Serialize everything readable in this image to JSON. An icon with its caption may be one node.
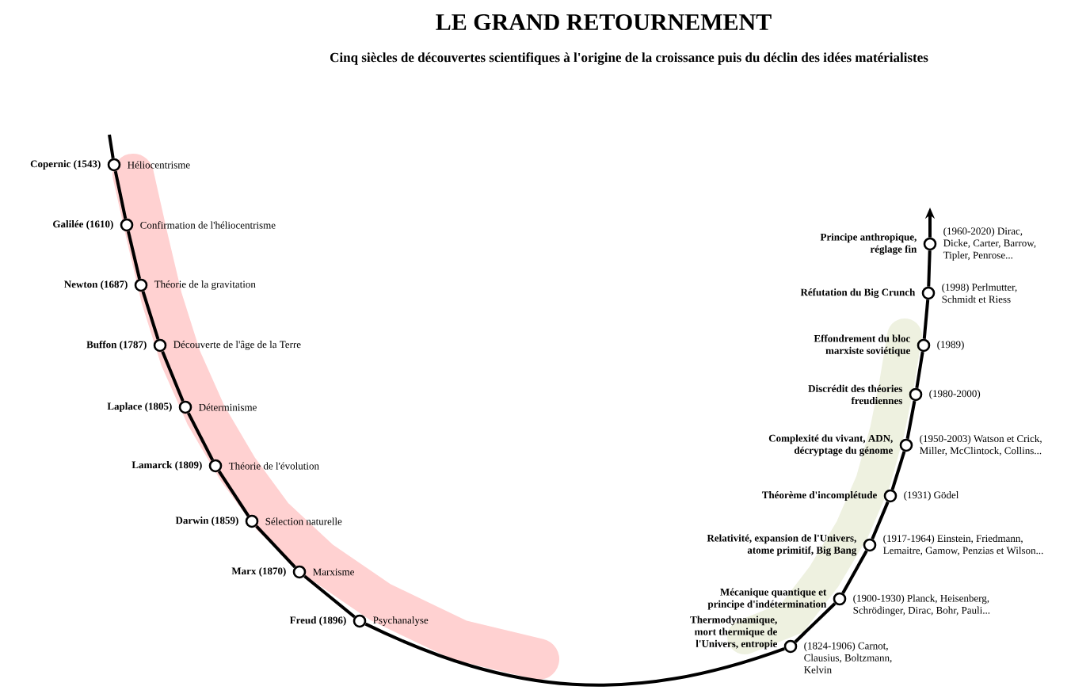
{
  "diagram": {
    "title": "LE GRAND RETOURNEMENT",
    "caption": "Cinq siècles de découvertes scientifiques à l'origine de la croissance puis du déclin des idées matérialistes",
    "nodes": [
      {
        "text": [
          "Copernic (1543)",
          "Héliocentrisme"
        ]
      },
      {
        "text": [
          "Galilée (1610)",
          "Confirmation de l'héliocentrisme"
        ]
      },
      {
        "text": [
          "Newton (1687)",
          "Théorie de la gravitation"
        ]
      },
      {
        "text": [
          "Buffon (1787)",
          "Découverte de l'âge de la Terre"
        ]
      },
      {
        "text": [
          "Laplace (1805)",
          "Déterminisme"
        ]
      },
      {
        "text": [
          "Lamarck (1809)",
          "Théorie de l'évolution"
        ]
      },
      {
        "text": [
          "Darwin (1859)",
          "Sélection naturelle"
        ]
      },
      {
        "text": [
          "Marx (1870)",
          "Marxisme"
        ]
      },
      {
        "text": [
          "Freud (1896)",
          "Psychanalyse"
        ]
      },
      {
        "text": [
          "Thermodynamique, mort thermique de l'Univers, entropie",
          "(1824-1906) Carnot, Clausius, Boltzmann, Kelvin"
        ]
      },
      {
        "text": [
          "Mécanique quantique et principe d'indétermination",
          "(1900-1930) Planck, Heisenberg, Schrödinger, Dirac, Bohr, Pauli..."
        ]
      },
      {
        "text": [
          "Relativité, expansion de l'Univers, atome primitif, Big Bang",
          "(1917-1964) Einstein, Friedmann, Lemaitre, Gamow, Penzias et Wilson..."
        ]
      },
      {
        "text": [
          "Théorème d'incomplétude",
          "(1931) Gödel"
        ]
      },
      {
        "text": [
          "Complexité du vivant, ADN, décryptage du génome",
          "(1950-2003) Watson et Crick, Miller, McClintock, Collins..."
        ]
      },
      {
        "text": [
          "Discrédit des théories freudiennes",
          "(1980-2000)"
        ]
      },
      {
        "text": [
          "Effondrement du bloc marxiste soviétique",
          "(1989)"
        ]
      },
      {
        "text": [
          "Réfutation du Big Crunch",
          "(1998) Perlmutter, Schmidt et Riess"
        ]
      },
      {
        "text": [
          "Principe anthropique, réglage fin",
          "(1960-2020) Dirac, Dicke, Carter, Barrow, Tipler, Penrose..."
        ]
      }
    ],
    "edges": [
      {
        "from": null,
        "to": 0,
        "arrow": "none"
      },
      {
        "from": 0,
        "to": 1,
        "arrow": "none"
      },
      {
        "from": 1,
        "to": 2,
        "arrow": "none"
      },
      {
        "from": 2,
        "to": 3,
        "arrow": "none"
      },
      {
        "from": 3,
        "to": 4,
        "arrow": "none"
      },
      {
        "from": 4,
        "to": 5,
        "arrow": "none"
      },
      {
        "from": 5,
        "to": 6,
        "arrow": "none"
      },
      {
        "from": 6,
        "to": 7,
        "arrow": "none"
      },
      {
        "from": 7,
        "to": 8,
        "arrow": "none"
      },
      {
        "from": 8,
        "to": 9,
        "arrow": "none"
      },
      {
        "from": 9,
        "to": 10,
        "arrow": "none"
      },
      {
        "from": 10,
        "to": 11,
        "arrow": "none"
      },
      {
        "from": 11,
        "to": 12,
        "arrow": "none"
      },
      {
        "from": 12,
        "to": 13,
        "arrow": "none"
      },
      {
        "from": 13,
        "to": 14,
        "arrow": "none"
      },
      {
        "from": 14,
        "to": 15,
        "arrow": "none"
      },
      {
        "from": 15,
        "to": 16,
        "arrow": "none"
      },
      {
        "from": 16,
        "to": 17,
        "arrow": "none"
      },
      {
        "from": 17,
        "to": null,
        "arrow": "to"
      }
    ]
  }
}
